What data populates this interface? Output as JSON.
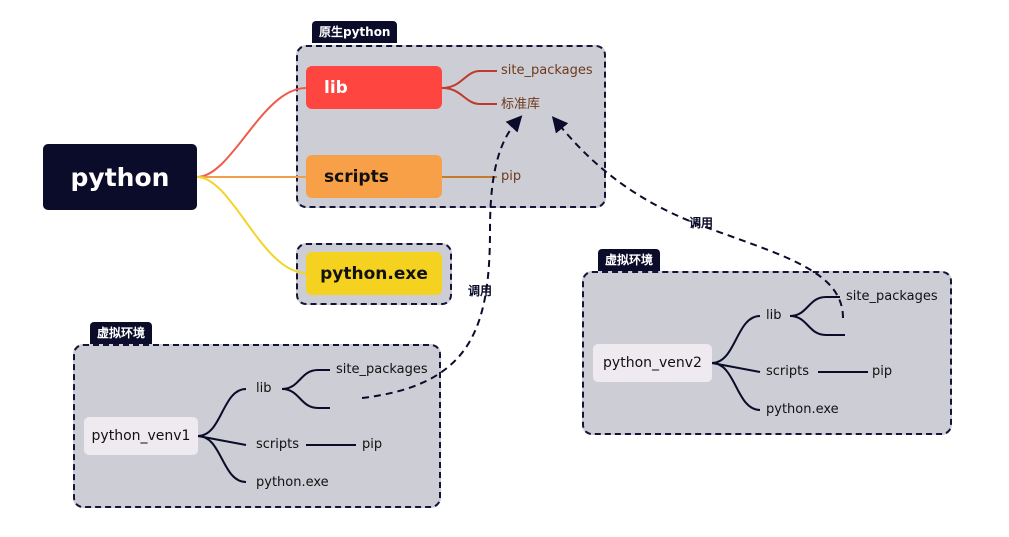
{
  "root": {
    "label": "python"
  },
  "native": {
    "group_label": "原生python",
    "lib": "lib",
    "lib_children": [
      "site_packages",
      "标准库"
    ],
    "scripts": "scripts",
    "scripts_child": "pip",
    "exe": "python.exe"
  },
  "venv1": {
    "group_label": "虚拟环境",
    "root": "python_venv1",
    "lib": "lib",
    "lib_child": "site_packages",
    "scripts": "scripts",
    "scripts_child": "pip",
    "exe": "python.exe"
  },
  "venv2": {
    "group_label": "虚拟环境",
    "root": "python_venv2",
    "lib": "lib",
    "lib_child": "site_packages",
    "scripts": "scripts",
    "scripts_child": "pip",
    "exe": "python.exe"
  },
  "annotations": {
    "call_1": "调用",
    "call_2": "调用"
  },
  "colors": {
    "lib_branch": "#ef5b4a",
    "scripts_branch": "#f0a04b",
    "exe_branch": "#f0d52a",
    "dark": "#0b0b2a"
  }
}
